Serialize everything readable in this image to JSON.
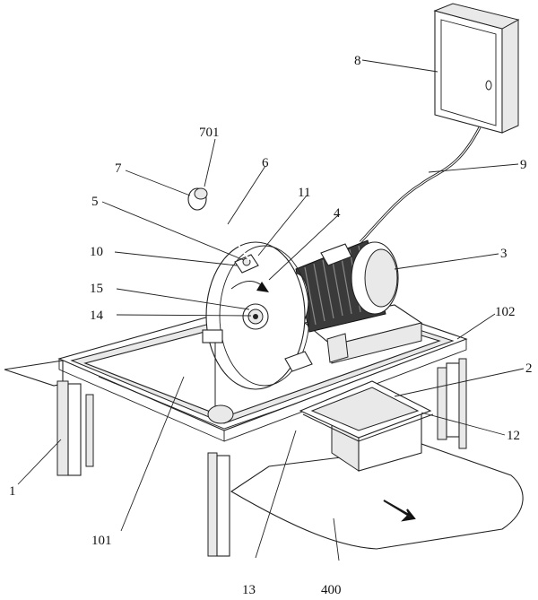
{
  "labels": {
    "l1": "1",
    "l2": "2",
    "l3": "3",
    "l4": "4",
    "l5": "5",
    "l6": "6",
    "l7": "7",
    "l8": "8",
    "l9": "9",
    "l10": "10",
    "l11": "11",
    "l12": "12",
    "l13": "13",
    "l14": "14",
    "l15": "15",
    "l101": "101",
    "l102": "102",
    "l400": "400",
    "l701": "701"
  }
}
